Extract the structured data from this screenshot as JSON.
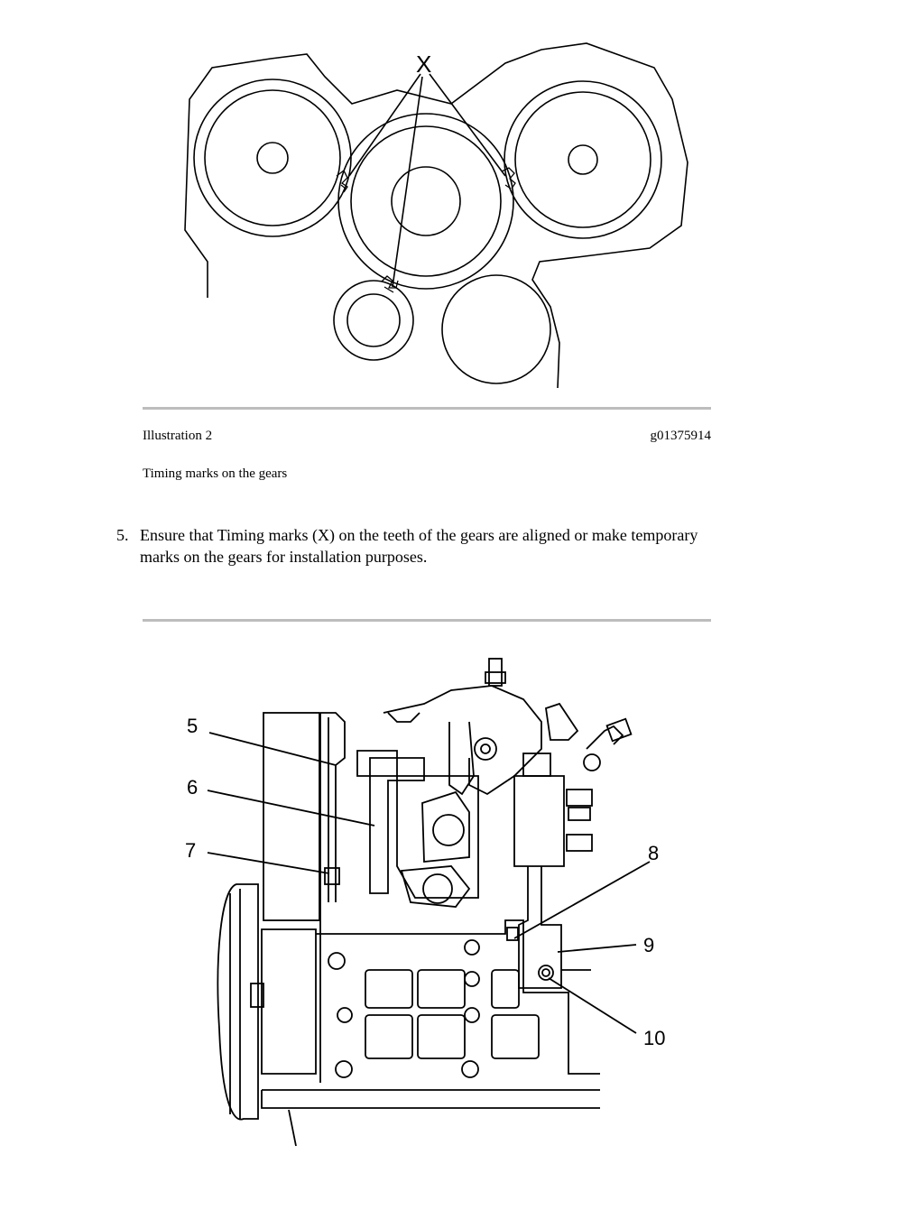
{
  "figure1": {
    "callout": "X",
    "caption_label": "Illustration 2",
    "caption_id": "g01375914",
    "caption_text": "Timing marks on the gears"
  },
  "step": {
    "number": "5.",
    "text_line1": "Ensure that Timing marks (X) on the teeth of the gears are aligned or make temporary",
    "text_line2": "marks on the gears for installation purposes."
  },
  "figure2": {
    "callouts": [
      "5",
      "6",
      "7",
      "8",
      "9",
      "10"
    ]
  }
}
